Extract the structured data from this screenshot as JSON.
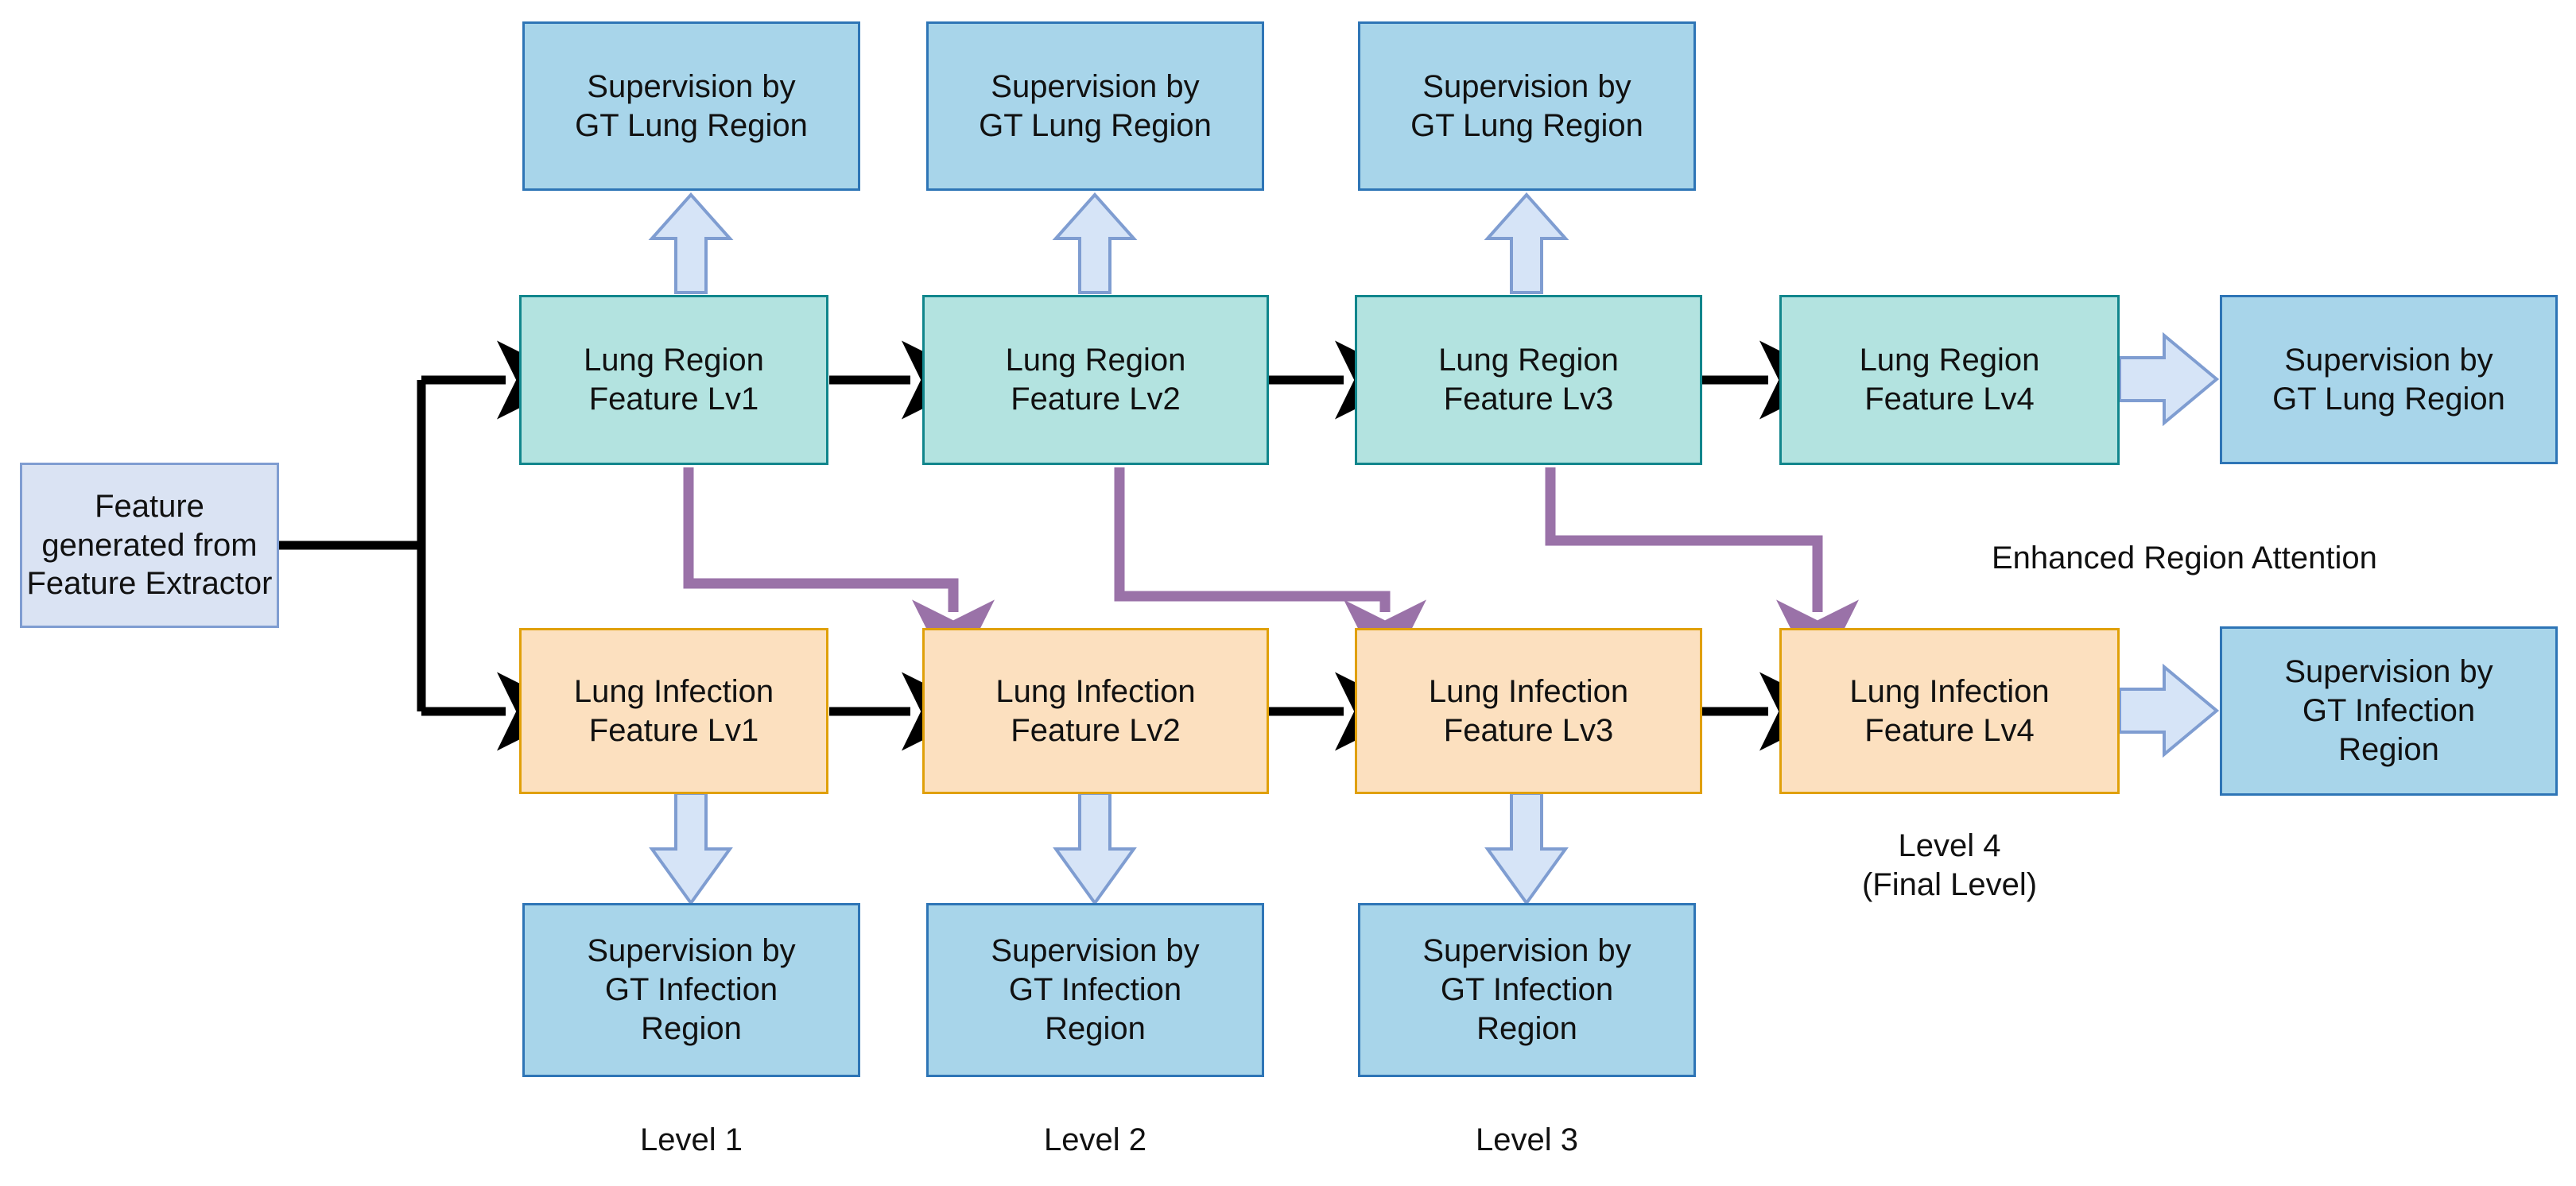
{
  "diagram": {
    "title": "Multi-level lung region and lung infection feature supervision pipeline",
    "colors": {
      "supervision_fill": "#A8D5EA",
      "supervision_border": "#2E75B6",
      "lung_region_fill": "#B3E3E0",
      "lung_region_border": "#11868C",
      "lung_infection_fill": "#FCE0BF",
      "lung_infection_border": "#E0A009",
      "feature_fill": "#DAE3F3",
      "feature_border": "#7F9DD1",
      "block_arrow_fill": "#D6E4F7",
      "block_arrow_border": "#7F9DD1",
      "attention_arrow": "#9A72A8",
      "flow_arrow": "#000000"
    },
    "input": {
      "label": "Feature\ngenerated from\nFeature Extractor"
    },
    "lung_region_row": [
      {
        "label": "Lung Region\nFeature Lv1"
      },
      {
        "label": "Lung Region\nFeature Lv2"
      },
      {
        "label": "Lung Region\nFeature Lv3"
      },
      {
        "label": "Lung Region\nFeature Lv4"
      }
    ],
    "lung_infection_row": [
      {
        "label": "Lung Infection\nFeature Lv1"
      },
      {
        "label": "Lung Infection\nFeature Lv2"
      },
      {
        "label": "Lung Infection\nFeature Lv3"
      },
      {
        "label": "Lung Infection\nFeature Lv4"
      }
    ],
    "top_supervision": [
      {
        "label": "Supervision by\nGT Lung Region"
      },
      {
        "label": "Supervision by\nGT Lung Region"
      },
      {
        "label": "Supervision by\nGT Lung Region"
      }
    ],
    "right_supervision": {
      "lung_region": {
        "label": "Supervision by\nGT Lung Region"
      },
      "infection": {
        "label": "Supervision by\nGT Infection\nRegion"
      }
    },
    "bottom_supervision": [
      {
        "label": "Supervision by\nGT Infection\nRegion"
      },
      {
        "label": "Supervision by\nGT Infection\nRegion"
      },
      {
        "label": "Supervision by\nGT Infection\nRegion"
      }
    ],
    "annotations": {
      "attention": "Enhanced Region Attention",
      "final_level": "Level 4\n(Final Level)"
    },
    "level_labels": [
      {
        "label": "Level 1"
      },
      {
        "label": "Level 2"
      },
      {
        "label": "Level 3"
      }
    ]
  }
}
